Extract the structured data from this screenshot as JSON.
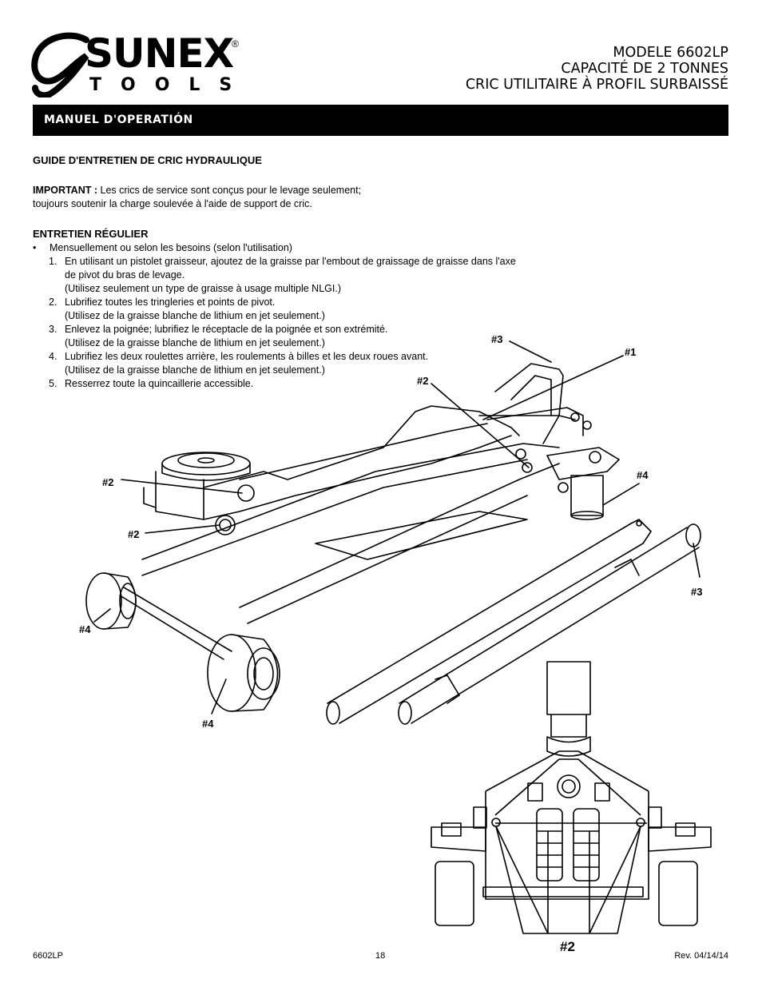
{
  "header": {
    "brand_name": "SUNEX",
    "brand_reg": "®",
    "brand_sub": "TOOLS",
    "title_line1": "MODELE 6602LP",
    "title_line2": "CAPACITÉ DE 2 TONNES",
    "title_line3": "CRIC UTILITAIRE À PROFIL SURBAISSÉ"
  },
  "section_bar": {
    "label": "MANUEL D'OPERATIÓN"
  },
  "guide": {
    "heading": "GUIDE D'ENTRETIEN DE CRIC HYDRAULIQUE"
  },
  "important": {
    "label": "IMPORTANT :",
    "text1": " Les crics de service sont conçus pour le levage seulement;",
    "text2": "toujours soutenir la charge soulevée à l'aide de support de cric."
  },
  "maintenance": {
    "heading": "ENTRETIEN RÉGULIER",
    "bullet": "•",
    "bullet_text": "Mensuellement ou selon les besoins (selon l'utilisation)",
    "items": [
      {
        "num": "1.",
        "lines": [
          "En utilisant un pistolet graisseur, ajoutez de la graisse par l'embout de graissage de graisse dans l'axe",
          "de pivot du bras de levage.",
          "(Utilisez seulement un type de graisse à usage multiple NLGI.)"
        ]
      },
      {
        "num": "2.",
        "lines": [
          "Lubrifiez toutes les tringleries et points de pivot.",
          "(Utilisez de la graisse blanche de lithium en jet seulement.)"
        ]
      },
      {
        "num": "3.",
        "lines": [
          "Enlevez la poignée; lubrifiez le réceptacle de la poignée et son extrémité.",
          "(Utilisez de la graisse blanche de lithium en jet seulement.)"
        ]
      },
      {
        "num": "4.",
        "lines": [
          "Lubrifiez les deux roulettes arrière, les roulements à billes et les deux roues avant.",
          "(Utilisez de la graisse blanche de lithium en jet seulement.)"
        ]
      },
      {
        "num": "5.",
        "lines": [
          "Resserrez toute la quincaillerie accessible."
        ]
      }
    ]
  },
  "callouts": {
    "c3_top": "#3",
    "c1": "#1",
    "c2_mid": "#2",
    "c4_right": "#4",
    "c2_left_a": "#2",
    "c2_left_b": "#2",
    "c3_right": "#3",
    "c4_left": "#4",
    "c4_bottom": "#4",
    "c2_big": "#2"
  },
  "footer": {
    "model": "6602LP",
    "page": "18",
    "revision": "Rev. 04/14/14"
  }
}
